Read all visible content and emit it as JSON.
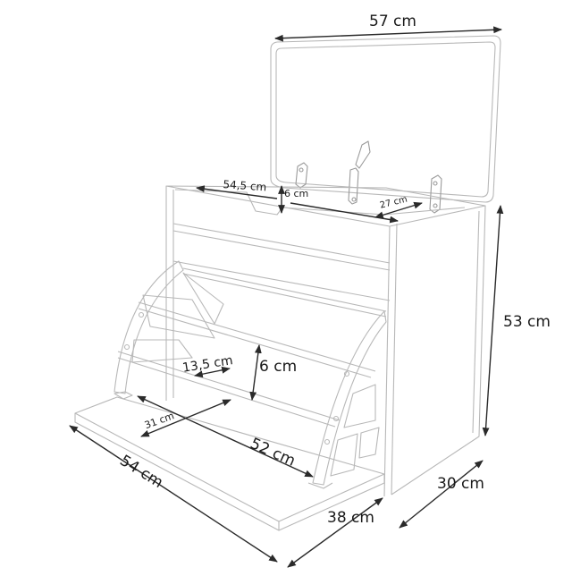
{
  "diagram": {
    "subject": "Shoe cabinet with lift-up lid and tilt-out shoe rack",
    "colors": {
      "background": "#ffffff",
      "outline": "#b8b8b8",
      "dimension_line": "#2a2a2a",
      "label_text": "#1a1a1a"
    },
    "dimensions": {
      "lid_width": "57 cm",
      "inner_top_width": "54,5 cm",
      "top_slot_depth": "6 cm",
      "inner_top_depth": "27 cm",
      "height": "53 cm",
      "rail_spacing": "13,5 cm",
      "rail_gap": "6 cm",
      "rack_depth": "31 cm",
      "rack_width": "52 cm",
      "base_width": "54 cm",
      "base_depth": "38 cm",
      "body_depth": "30 cm"
    }
  }
}
